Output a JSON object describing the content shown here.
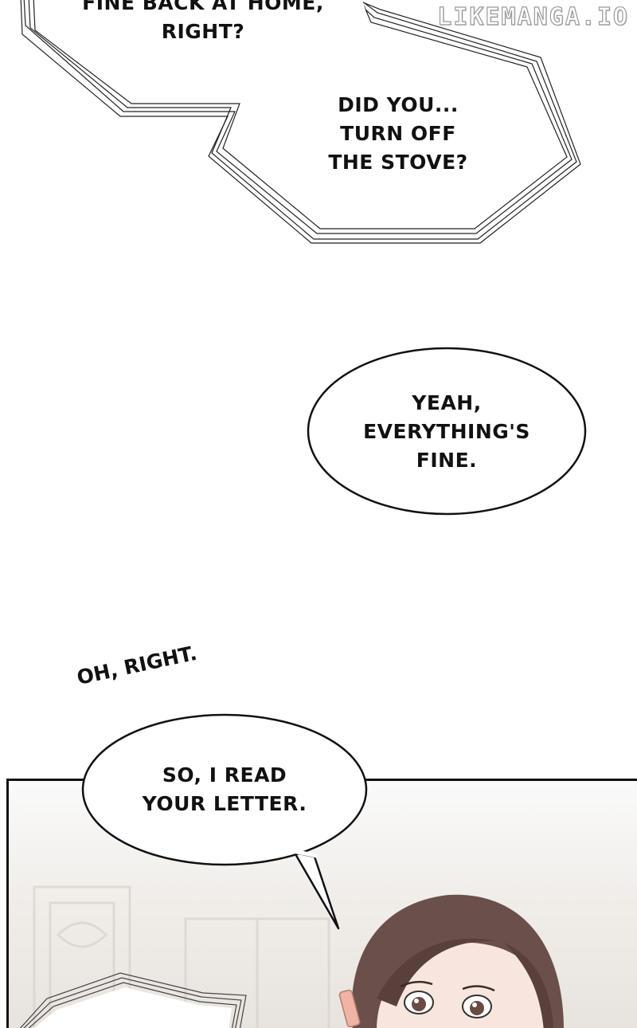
{
  "watermark": "LIKEMANGA.IO",
  "bubbles": {
    "top_cut": {
      "lines": [
        "FINE BACK AT HOME,",
        "RIGHT?"
      ]
    },
    "stove": {
      "lines": [
        "DID YOU...",
        "TURN OFF",
        "THE STOVE?"
      ]
    },
    "fine": {
      "lines": [
        "YEAH,",
        "EVERYTHING'S",
        "FINE."
      ]
    },
    "letter": {
      "lines": [
        "SO, I READ",
        "YOUR LETTER."
      ]
    }
  },
  "sfx": "OH, RIGHT.",
  "colors": {
    "ink": "#111111",
    "hair": "#6b4f4b",
    "skin": "#f8e6de",
    "background": "#ffffff"
  }
}
